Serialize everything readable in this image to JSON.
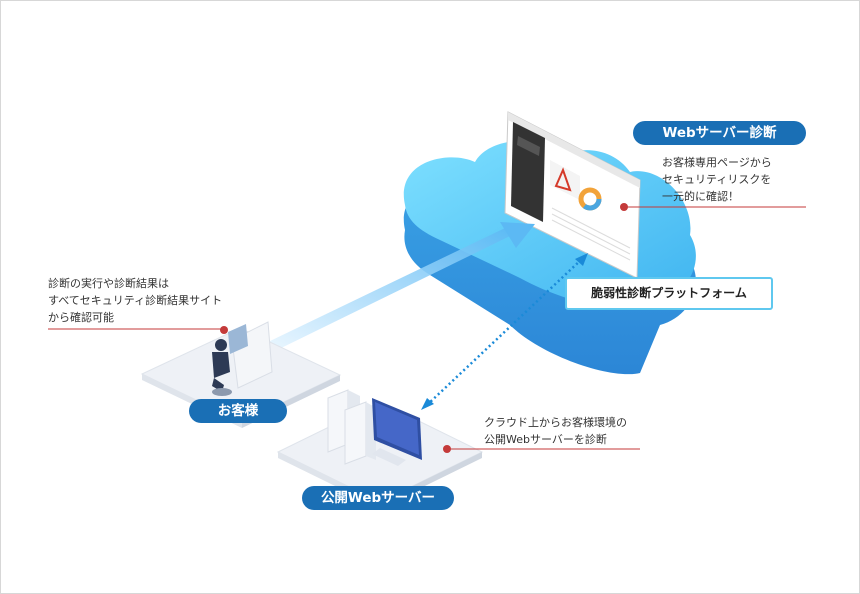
{
  "labels": {
    "web_diagnosis": "Webサーバー診断",
    "customer": "お客様",
    "public_server": "公開Webサーバー",
    "platform": "脆弱性診断プラットフォーム"
  },
  "notes": {
    "web_diagnosis": [
      "お客様専用ページから",
      "セキュリティリスクを",
      "一元的に確認！"
    ],
    "customer": [
      "診断の実行や診断結果は",
      "すべてセキュリティ診断結果サイト",
      "から確認可能"
    ],
    "server": [
      "クラウド上からお客様環境の",
      "公開Webサーバーを診断"
    ]
  },
  "colors": {
    "pill": "#1a6fb5",
    "accent_line": "#c43a3a",
    "cloud": "#5cc6f5",
    "arrow": "#7cc9f7"
  }
}
